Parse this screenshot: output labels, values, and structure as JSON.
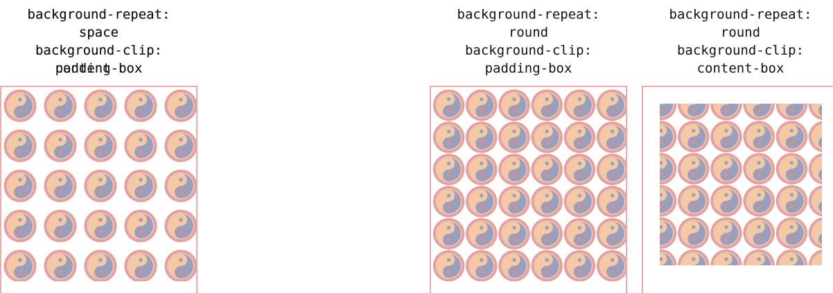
{
  "demos": [
    {
      "line1": "background-repeat:",
      "line2": "round",
      "line3": "background-clip:",
      "line4": "padding-box"
    },
    {
      "line1": "background-repeat:",
      "line2": "round",
      "line3": "background-clip:",
      "line4": "content-box"
    },
    {
      "line1": "background-repeat:",
      "line2": "space",
      "line3": "background-clip:",
      "line4": "padding-box"
    },
    {
      "line1": "background-repeat:",
      "line2": "space",
      "line3": "background-clip:",
      "line4": "content-box"
    }
  ],
  "colors": {
    "border": "#f0a8a8",
    "ring": "#e4a09a",
    "light": "#f4c9a4",
    "dark": "#9aa0bc",
    "dot": "#e58a86"
  },
  "tile_icon": "yin-yang-icon"
}
